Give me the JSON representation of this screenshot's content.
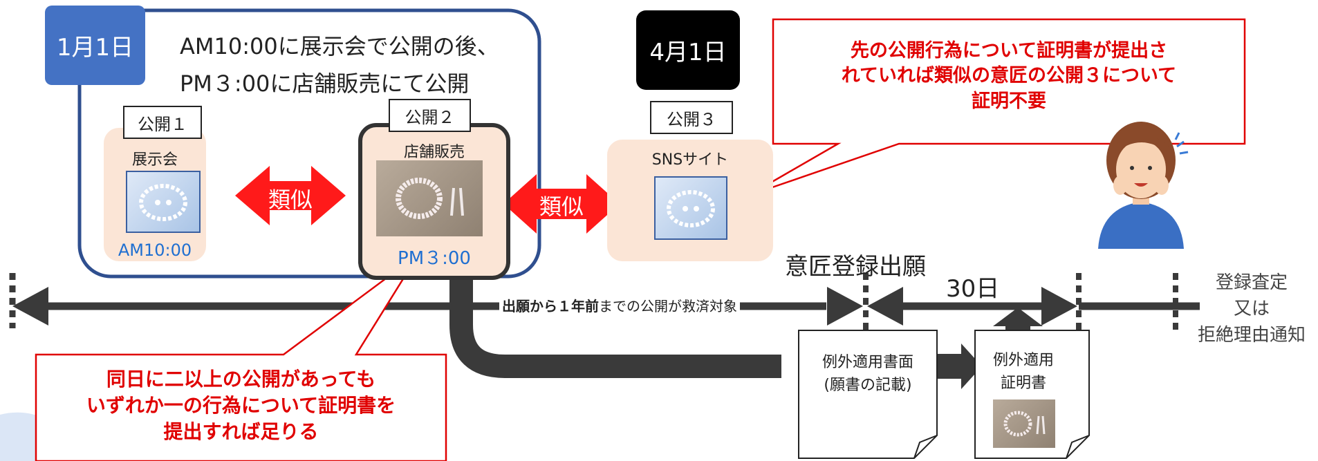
{
  "group1": {
    "date": "1月1日",
    "text_line1": "AM10:00に展示会で公開の後、",
    "text_line2": "PM３:00に店舗販売にて公開"
  },
  "pub1": {
    "tag": "公開１",
    "caption": "展示会",
    "time": "AM10:00"
  },
  "pub2": {
    "tag": "公開２",
    "caption": "店舗販売",
    "time": "PM３:00"
  },
  "pub3": {
    "tag": "公開３",
    "caption": "SNSサイト",
    "date": "4月1日"
  },
  "similar1": "類似",
  "similar2": "類似",
  "callout_top": {
    "line1": "先の公開行為について証明書が提出さ",
    "line2": "れていれば類似の意匠の公開３について",
    "line3": "証明不要"
  },
  "callout_bottom": {
    "line1": "同日に二以上の公開があっても",
    "line2": "いずれか一の行為について証明書を",
    "line3": "提出すれば足りる"
  },
  "timeline": {
    "filing": "意匠登録出願",
    "days": "30日",
    "relief_bold": "出願から１年前",
    "relief_rest": "までの公開が救済対象",
    "outcome_line1": "登録査定",
    "outcome_line2": "又は",
    "outcome_line3": "拒絶理由通知"
  },
  "doc1": {
    "line1": "例外適用書面",
    "line2": "(願書の記載)"
  },
  "doc2": {
    "line1": "例外適用",
    "line2": "証明書"
  },
  "colors": {
    "navy": "#2f4f8f",
    "date_blue": "#4472c4",
    "red": "#e00000",
    "peach": "#fbe5d6",
    "dark": "#333333"
  },
  "icons": [
    "person-icon",
    "jewelry-photo-icon",
    "document-icon"
  ]
}
